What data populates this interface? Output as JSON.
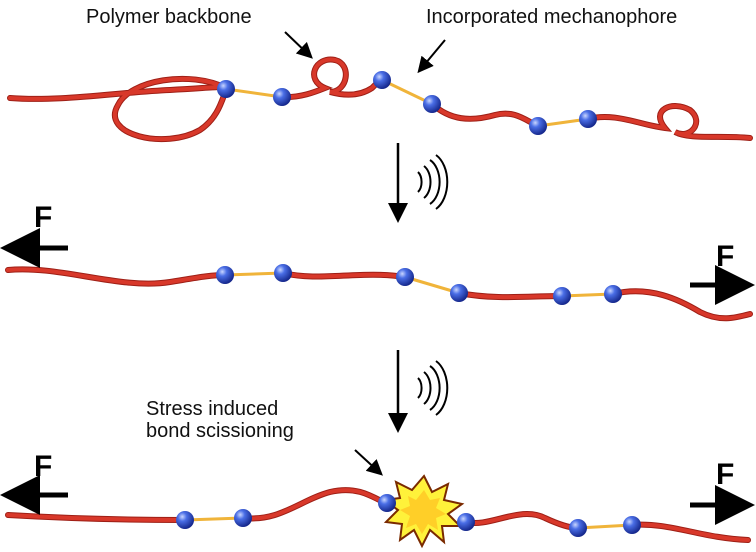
{
  "labels": {
    "polymer_backbone": "Polymer backbone",
    "mechanophore": "Incorporated mechanophore",
    "stress_line1": "Stress induced",
    "stress_line2": "bond scissioning"
  },
  "force_symbol": "F",
  "colors": {
    "backbone": "#d8382a",
    "backbone_dark": "#9e1f16",
    "mechanophore_link": "#f0b43a",
    "bead": "#3a5ed8",
    "bead_dark": "#14268a",
    "arrow": "#000000",
    "burst_fill": "#fff23a",
    "burst_core": "#ffb21a",
    "burst_stroke": "#7a2a00"
  },
  "icons": [
    "ultrasound-waves-icon",
    "down-arrow-icon",
    "force-arrow-left-icon",
    "force-arrow-right-icon",
    "burst-icon"
  ]
}
